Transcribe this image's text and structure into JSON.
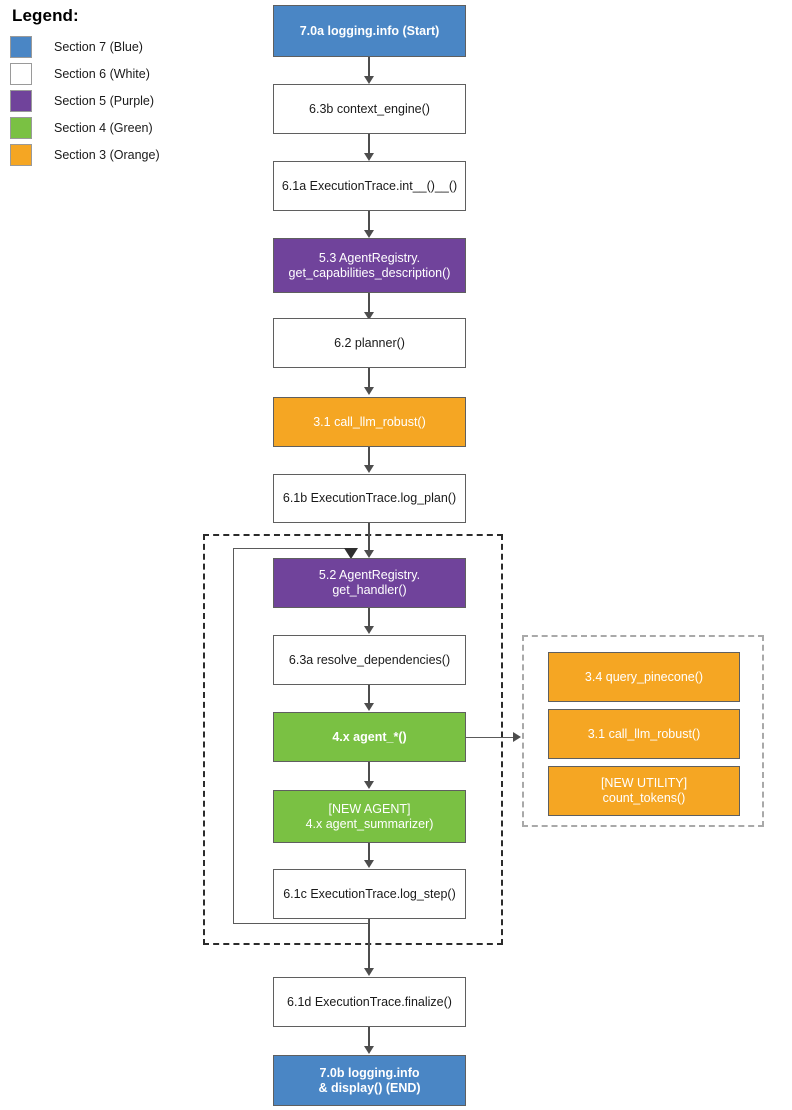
{
  "legend": {
    "title": "Legend:",
    "items": [
      {
        "label": "Section 7 (Blue)",
        "color": "#4a86c5"
      },
      {
        "label": "Section 6 (White)",
        "color": "#ffffff"
      },
      {
        "label": "Section 5 (Purple)",
        "color": "#70439b"
      },
      {
        "label": "Section 4 (Green)",
        "color": "#7ac143"
      },
      {
        "label": "Section 3 (Orange)",
        "color": "#f5a623"
      }
    ]
  },
  "flow": {
    "main_nodes": [
      {
        "id": "start",
        "label": "7.0a logging.info (Start)",
        "color": "blue"
      },
      {
        "id": "context-engine",
        "label": "6.3b context_engine()",
        "color": "white"
      },
      {
        "id": "exec-trace-init",
        "label": "6.1a ExecutionTrace.int__()__()",
        "color": "white"
      },
      {
        "id": "agent-registry-caps",
        "label": "5.3 AgentRegistry.\nget_capabilities_description()",
        "color": "purple"
      },
      {
        "id": "planner",
        "label": "6.2 planner()",
        "color": "white"
      },
      {
        "id": "call-llm-robust-1",
        "label": "3.1 call_llm_robust()",
        "color": "orange"
      },
      {
        "id": "log-plan",
        "label": "6.1b ExecutionTrace.log_plan()",
        "color": "white"
      }
    ],
    "loop_nodes": [
      {
        "id": "get-handler",
        "label": "5.2 AgentRegistry.\nget_handler()",
        "color": "purple"
      },
      {
        "id": "resolve-deps",
        "label": "6.3a resolve_dependencies()",
        "color": "white"
      },
      {
        "id": "agent-star",
        "label": "4.x agent_*()",
        "color": "green"
      },
      {
        "id": "agent-summarizer",
        "label": "[NEW AGENT]\n4.x agent_summarizer)",
        "color": "green"
      },
      {
        "id": "log-step",
        "label": "6.1c ExecutionTrace.log_step()",
        "color": "white"
      }
    ],
    "tail_nodes": [
      {
        "id": "finalize",
        "label": "6.1d ExecutionTrace.finalize()",
        "color": "white"
      },
      {
        "id": "end",
        "label": "7.0b logging.info\n& display() (END)",
        "color": "blue"
      }
    ],
    "tools_nodes": [
      {
        "id": "query-pinecone",
        "label": "3.4 query_pinecone()",
        "color": "orange"
      },
      {
        "id": "call-llm-robust-2",
        "label": "3.1 call_llm_robust()",
        "color": "orange"
      },
      {
        "id": "count-tokens",
        "label": "[NEW UTILITY]\ncount_tokens()",
        "color": "orange"
      }
    ]
  },
  "colors": {
    "blue": "#4a86c5",
    "white": "#ffffff",
    "purple": "#70439b",
    "green": "#7ac143",
    "orange": "#f5a623",
    "edge": "#4d4d4d",
    "group_border": "#2b2b2b",
    "group_border_light": "#a9a9a9"
  }
}
